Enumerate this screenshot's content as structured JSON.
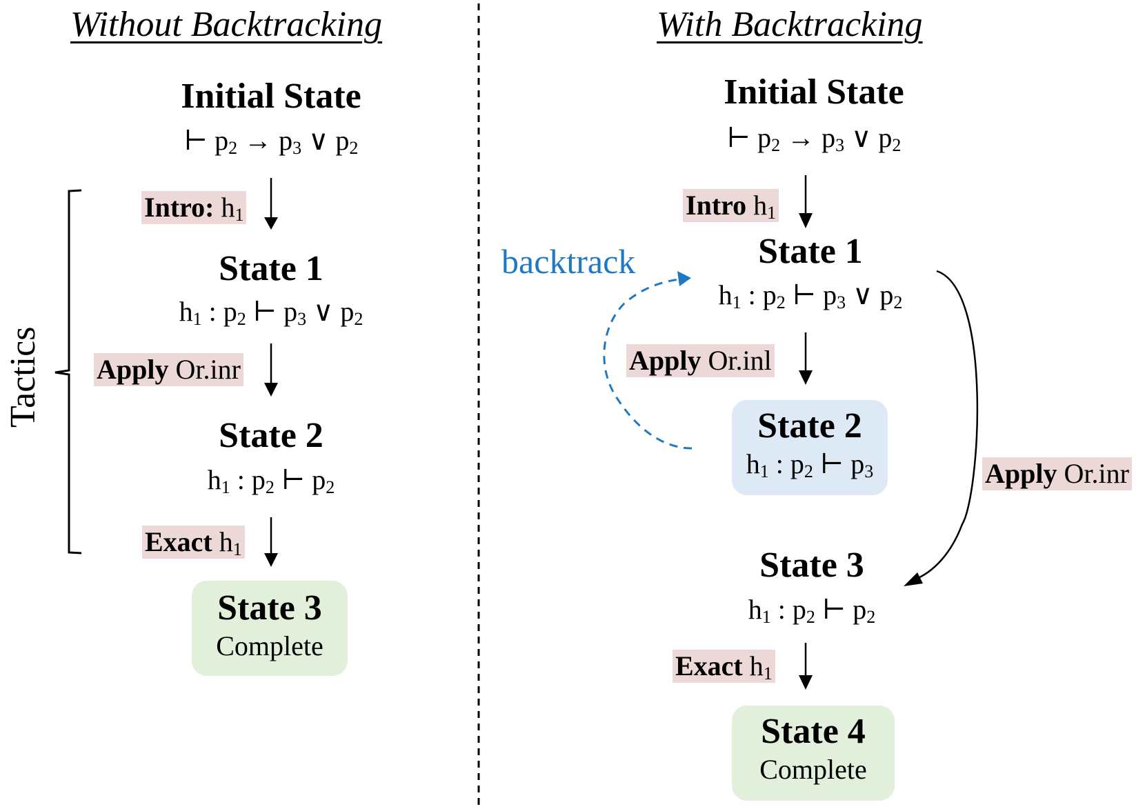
{
  "left_panel": {
    "title": "Without Backtracking",
    "bracket_label": "Tactics",
    "initial_state": {
      "title": "Initial State",
      "formula": {
        "turnstile": "⊢",
        "parts": [
          "p",
          "2",
          " → ",
          "p",
          "3",
          " ∨ ",
          "p",
          "2"
        ]
      }
    },
    "tactic_1": {
      "keyword": "Intro:",
      "arg": "h",
      "arg_sub": "1"
    },
    "state_1": {
      "title": "State 1",
      "formula": {
        "h": "h",
        "h_sub": "1",
        "sep": " : ",
        "p_a": "p",
        "p_a_sub": "2",
        "turnstile": " ⊢ ",
        "p_b": "p",
        "p_b_sub": "3",
        "or": " ∨ ",
        "p_c": "p",
        "p_c_sub": "2"
      }
    },
    "tactic_2": {
      "keyword": "Apply",
      "arg": " Or.inr"
    },
    "state_2": {
      "title": "State 2",
      "formula": {
        "h": "h",
        "h_sub": "1",
        "sep": " : ",
        "p_a": "p",
        "p_a_sub": "2",
        "turnstile": " ⊢ ",
        "p_b": "p",
        "p_b_sub": "2"
      }
    },
    "tactic_3": {
      "keyword": "Exact",
      "arg": " h",
      "arg_sub": "1"
    },
    "state_3": {
      "title": "State 3",
      "status": "Complete"
    }
  },
  "right_panel": {
    "title": "With Backtracking",
    "backtrack_label": "backtrack",
    "initial_state": {
      "title": "Initial State"
    },
    "tactic_1": {
      "keyword": "Intro",
      "arg": " h",
      "arg_sub": "1"
    },
    "state_1": {
      "title": "State 1"
    },
    "tactic_2": {
      "keyword": "Apply",
      "arg": " Or.inl"
    },
    "state_2": {
      "title": "State 2",
      "formula": {
        "h": "h",
        "h_sub": "1",
        "sep": " : ",
        "p_a": "p",
        "p_a_sub": "2",
        "turnstile": " ⊢ ",
        "p_b": "p",
        "p_b_sub": "3"
      }
    },
    "tactic_alt": {
      "keyword": "Apply",
      "arg": " Or.inr"
    },
    "state_3": {
      "title": "State 3"
    },
    "tactic_3": {
      "keyword": "Exact",
      "arg": " h",
      "arg_sub": "1"
    },
    "state_4": {
      "title": "State 4",
      "status": "Complete"
    }
  },
  "colors": {
    "tactic_bg": "#ecd8d6",
    "complete_bg": "#e2efda",
    "failed_state_bg": "#dde9f5",
    "backtrack": "#1f78c4"
  }
}
